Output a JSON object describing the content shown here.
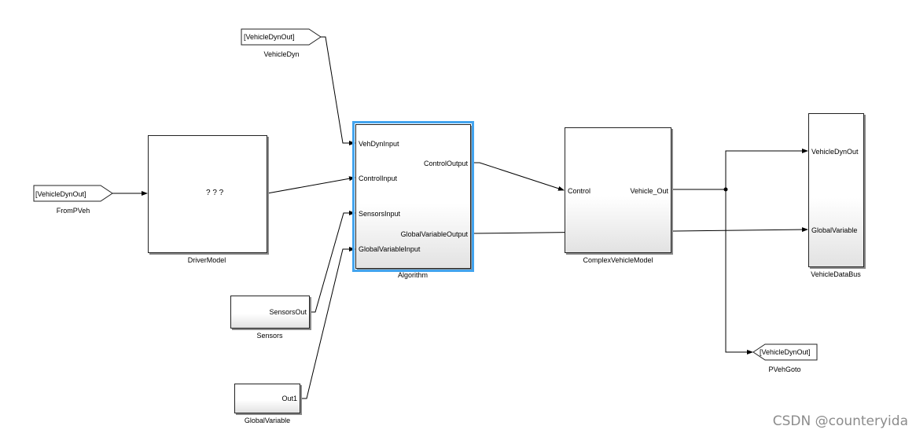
{
  "blocks": {
    "from_pveh": {
      "tag": "[VehicleDynOut]",
      "name": "FromPVeh"
    },
    "vehicle_dyn": {
      "tag": "[VehicleDynOut]",
      "name": "VehicleDyn"
    },
    "driver_model": {
      "content": "? ? ?",
      "name": "DriverModel"
    },
    "algorithm": {
      "name": "Algorithm",
      "inputs": [
        "VehDynInput",
        "ControlInput",
        "SensorsInput",
        "GlobalVariableInput"
      ],
      "outputs": [
        "ControlOutput",
        "GlobalVariableOutput"
      ]
    },
    "sensors": {
      "port": "SensorsOut",
      "name": "Sensors"
    },
    "global_variable": {
      "port": "Out1",
      "name": "GlobalVariable"
    },
    "complex_vehicle_model": {
      "name": "ComplexVehicleModel",
      "input": "Control",
      "output": "Vehicle_Out"
    },
    "vehicle_data_bus": {
      "name": "VehicleDataBus",
      "inputs": [
        "VehicleDynOut",
        "GlobalVariable"
      ]
    },
    "pveh_goto": {
      "tag": "[VehicleDynOut]",
      "name": "PVehGoto"
    }
  },
  "watermark": "CSDN @counteryida",
  "colors": {
    "selection": "#43a4ee",
    "line": "#000000"
  }
}
